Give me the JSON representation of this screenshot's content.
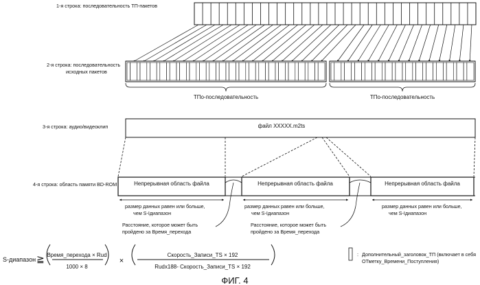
{
  "rows": {
    "row1_label": "1-я строка: последовательность  ТП-пакетов",
    "row2_label_line1": "2-я строка: последовательность",
    "row2_label_line2": "исходных пакетов",
    "row3_label": "3-я строка: аудио/видеоклип",
    "row4_label": "4-я строка: область памяти BD-ROM"
  },
  "tpo": {
    "seq1_label": "ТПо-последовательность",
    "seq2_label": "ТПо-последовательность"
  },
  "file": {
    "name": "файл XXXXX.m2ts"
  },
  "extents": {
    "extent1_label": "Непрерывная область файла",
    "extent2_label": "Непрерывная область файла",
    "extent3_label": "Непрерывная область файла",
    "size_line1": "размер данных равен или больше,",
    "size_line2": "чем  S-Iдиапазон"
  },
  "jump": {
    "line1": "Расстояние, которое может быть",
    "line2": "пройдено за Время_перехода"
  },
  "formula": {
    "lhs": "S-диапазон",
    "geq": "≧",
    "frac1_num": "Время_перехода  × Rud",
    "frac1_den": "1000 × 8",
    "times": "×",
    "frac2_num": "Скорость_Записи_TS × 192",
    "frac2_den": "Rudx188- Скорость_Записи_TS × 192"
  },
  "legend": {
    "colon": ":",
    "line1": "Дополнительный_заголовок_ТП (включает в себя",
    "line2": "ОТметку_Времени_Поступления)"
  },
  "figure": {
    "caption": "ФИГ. 4"
  }
}
